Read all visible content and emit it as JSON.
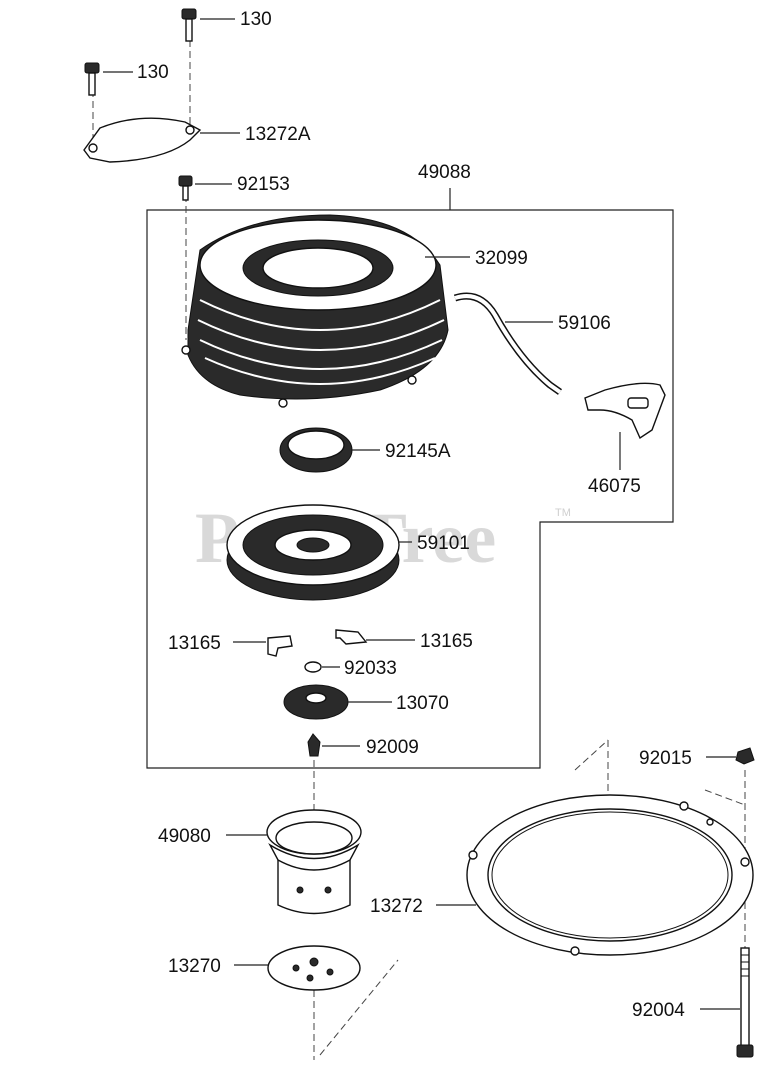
{
  "watermark": {
    "text": "PartsTree",
    "tm": "TM"
  },
  "labels": {
    "p130a": "130",
    "p130b": "130",
    "p13272A": "13272A",
    "p92153": "92153",
    "p49088": "49088",
    "p32099": "32099",
    "p59106": "59106",
    "p46075": "46075",
    "p92145A": "92145A",
    "p59101": "59101",
    "p13165a": "13165",
    "p13165b": "13165",
    "p92033": "92033",
    "p13070": "13070",
    "p92009": "92009",
    "p92015": "92015",
    "p49080": "49080",
    "p13272": "13272",
    "p13270": "13270",
    "p92004": "92004"
  }
}
